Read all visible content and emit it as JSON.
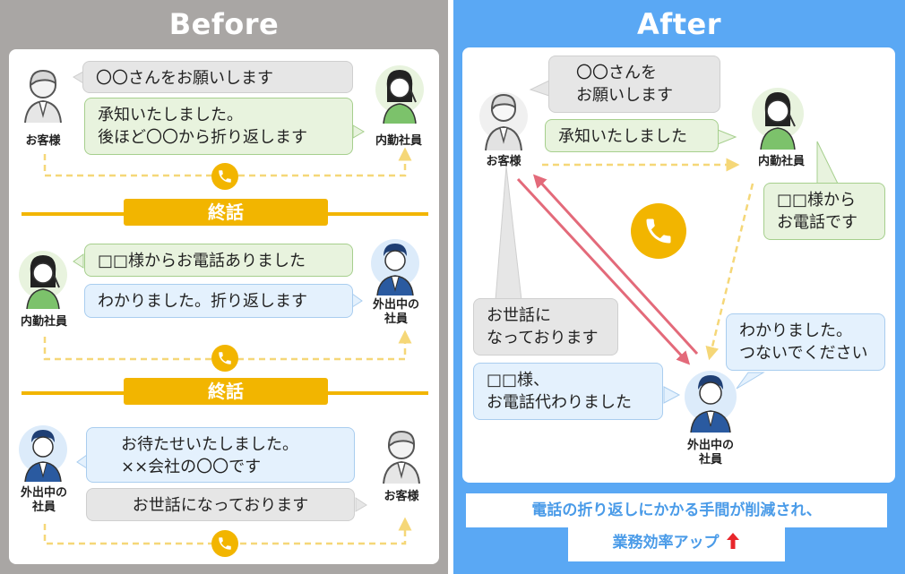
{
  "before": {
    "title": "Before",
    "s1": {
      "b1": "〇〇さんをお願いします",
      "b2": "承知いたしました。\n後ほど〇〇から折り返します",
      "lbl_left": "お客様",
      "lbl_right": "内勤社員"
    },
    "end1": "終話",
    "s2": {
      "b1": "□□様からお電話ありました",
      "b2": "わかりました。折り返します",
      "lbl_left": "内勤社員",
      "lbl_right": "外出中の\n社員"
    },
    "end2": "終話",
    "s3": {
      "b1": "お待たせいたしました。\n××会社の〇〇です",
      "b2": "お世話になっております",
      "lbl_left": "外出中の\n社員",
      "lbl_right": "お客様"
    }
  },
  "after": {
    "title": "After",
    "b1": "〇〇さんを\nお願いします",
    "b2": "承知いたしました",
    "b3": "□□様から\nお電話です",
    "b4": "お世話に\nなっております",
    "b5": "わかりました。\nつないでください",
    "b6": "□□様、\nお電話代わりました",
    "lbl_customer": "お客様",
    "lbl_office": "内勤社員",
    "lbl_out": "外出中の\n社員",
    "footer_line1": "電話の折り返しにかかる手間が削減され、",
    "footer_line2": "業務効率アップ"
  },
  "icons": {
    "phone": "phone-icon",
    "customer": "customer-avatar",
    "office": "office-worker-headset-avatar",
    "out": "businessman-avatar",
    "up": "red-up-arrow-icon"
  },
  "colors": {
    "before_bg": "#a9a6a4",
    "after_bg": "#5aa8f4",
    "accent": "#f2b500",
    "dashed": "#f5d778",
    "arrow_red": "#e36a7a"
  }
}
